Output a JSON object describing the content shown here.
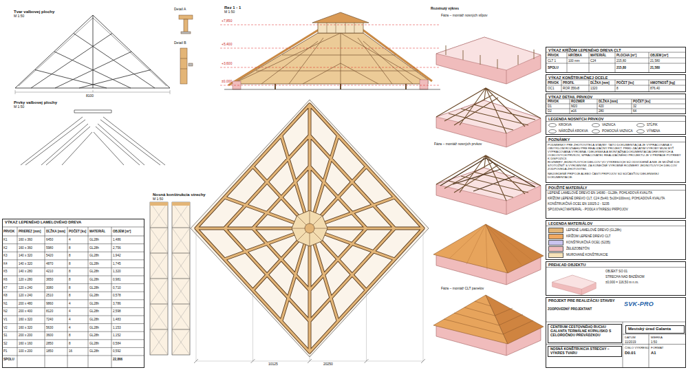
{
  "diagram": {
    "nodes": [
      {
        "text": [
          "VÝKAZ LEPENÉHO LAMELOVÉHO DREVA"
        ]
      },
      {
        "text": [
          "VÝKAZ KRÍŽOM LEPENÉHO DREVA CLT"
        ]
      },
      {
        "text": [
          "VÝKAZ KONŠTRUKČNEJ OCELE"
        ]
      },
      {
        "text": [
          "VÝKAZ DETAIL PRVKOV"
        ]
      },
      {
        "text": [
          "LEGENDA NOSNÝCH PRVKOV"
        ]
      },
      {
        "text": [
          "POZNÁMKY"
        ]
      },
      {
        "text": [
          "POUŽITÉ MATERIÁLY"
        ]
      },
      {
        "text": [
          "LEGENDA MATERIÁLOV"
        ]
      },
      {
        "text": [
          "PREHĽAD OBJEKTU"
        ]
      },
      {
        "text": [
          "PROJEKT PRE REALIZÁCIU STAVBY"
        ]
      },
      {
        "text": [
          "SVK-PRO"
        ],
        "in": 9
      },
      {
        "text": [
          "CENTRUM CESTOVNÉHO RUCHU GALANTA TERMÁLNE KÚPALISKO S CELOROČNOU PREVÁDZKOU"
        ],
        "in": 9
      },
      {
        "text": [
          "Mestský úrad Galanta"
        ],
        "in": 9
      },
      {
        "text": [
          "NOSNÁ KONŠTRUKCIA STRECHY – VÝKRES TVARU"
        ],
        "in": 9
      }
    ],
    "labels": [
      "Tvar valbovej plochy",
      "M 1:50",
      "8100",
      "Prvky valbovej plochy",
      "M 1:50",
      "Detail A",
      "Detail B",
      "Rez 1 - 1",
      "M 1:50",
      "+7,850",
      "+5,400",
      "+3,600",
      "±0,000",
      "Nosná konštrukcia strechy",
      "M 1:50",
      "20250",
      "10125",
      "Rozvinutý výkres",
      "Fáza – montáž nosných stĺpov",
      "Fáza – montáž nosných prvkov",
      "Fáza – montáž CLT panelov",
      "PRVOK",
      "PRIEREZ [mm]",
      "DĹŽKA [mm]",
      "POČET [ks]",
      "MATERIÁL",
      "OBJEM [m³]",
      "K1",
      "160 x 360",
      "6450",
      "4",
      "GL28h",
      "1,486",
      "K2",
      "160 x 360",
      "5980",
      "8",
      "GL28h",
      "2,756",
      "K3",
      "140 x 320",
      "5420",
      "8",
      "GL28h",
      "1,942",
      "K4",
      "140 x 320",
      "4870",
      "8",
      "GL28h",
      "1,745",
      "K5",
      "140 x 280",
      "4210",
      "8",
      "GL28h",
      "1,320",
      "K6",
      "120 x 280",
      "3650",
      "8",
      "GL28h",
      "0,981",
      "K7",
      "120 x 240",
      "3080",
      "8",
      "GL28h",
      "0,710",
      "K8",
      "120 x 240",
      "2510",
      "8",
      "GL28h",
      "0,578",
      "N1",
      "200 x 480",
      "9860",
      "4",
      "GL28h",
      "3,786",
      "N2",
      "200 x 400",
      "8120",
      "4",
      "GL28h",
      "2,598",
      "V1",
      "160 x 320",
      "7240",
      "4",
      "GL28h",
      "1,483",
      "V2",
      "160 x 320",
      "5630",
      "4",
      "GL28h",
      "1,153",
      "S1",
      "200 x 200",
      "3600",
      "8",
      "GL28h",
      "1,152",
      "S2",
      "160 x 160",
      "2850",
      "8",
      "GL28h",
      "0,584",
      "P1",
      "100 x 200",
      "1850",
      "16",
      "GL28h",
      "0,592",
      "SPOLU",
      "22,866",
      "PRVOK",
      "HRÚBKA",
      "MATERIÁL",
      "PLOCHA [m²]",
      "OBJEM [m³]",
      "CLT 1",
      "100 mm",
      "C24",
      "215,80",
      "21,580",
      "SPOLU",
      "215,80",
      "21,580",
      "PRVOK",
      "PROFIL",
      "DĹŽKA [mm]",
      "POČET [ks]",
      "HMOTNOSŤ [kg]",
      "OC1",
      "ROR 356x8",
      "1320",
      "8",
      "876,40",
      "PRVOK",
      "ROZMER",
      "DĹŽKA [mm]",
      "POČET [ks]",
      "D1",
      "M20",
      "420",
      "32",
      "D2",
      "ø16",
      "280",
      "64",
      "PODMIENKY PRE ZHOTOVITEĽA STAVBY: TÁTO DOKUMENTÁCIA JE VYPRACOVANÁ V OBVYKLOM ROZSAHU PRE REALIZAČNÝ PROJEKT. PRED ZAČATÍM VÝROBY MUSÍ BYŤ VYPRACOVANÁ VÝROBNÁ / DIELENSKÁ A MONTÁŽNA DOKUMENTÁCIA DREVENÝCH A OCEĽOVÝCH PRVKOV, SPRACOVATEĽ REALIZAČNÉHO PROJEKTU JE V PRÍPADE POTREBY K DISPOZÍCII.",
      "ROZMERY JEDNOTLIVÝCH DIELCOV VO VÝKRESOCH SÚ ODVODENÉ A NIE JE MOŽNÉ ICH STOTOŽNIŤ S VÝROBNÝMI. ZA KONEČNÉ VÝROBNÉ ROZMERY JEDNOTLIVÝCH DIELCOV ZODPOVEDÁ ZHOTOVITEĽ.",
      "NEUVEDENÉ PRÍPOJE ALEBO ČASTI PRÍPOJOV SÚ SÚČASŤOU DIELENSKEJ DOKUMENTÁCIE.",
      "LEPENÉ LAMELOVÉ DREVO EN 14080 - GL28h, POHĽADOVÁ KVALITA",
      "KRÍŽOM LEPENÉ DREVO CLT, C24 (5x40; 5x20=100mm), POHĽADOVÁ KVALITA",
      "KONŠTRUKČNÁ OCEĽ EN 10025-2 - S235",
      "SPOJOVACÍ MATERIÁL - PODĽA VÝKRESU PRÍPOJOV",
      "OBJEKT SO 01",
      "STRECHA NAD BAZÉNOM",
      "±0,000 = 116,50 m n.m.",
      "ZODPOVEDNÝ PROJEKTANT",
      "DÁTUM",
      "11/2019",
      "MIERKA",
      "1:50",
      "ČÍSLO VÝKRESU",
      "D0.01",
      "FORMÁT",
      "A1"
    ],
    "legend": [
      {
        "text": "KROKVA"
      },
      {
        "text": "VAZNICA"
      },
      {
        "text": "STĹPIK"
      },
      {
        "text": "NÁROŽNÁ KROKVA"
      },
      {
        "text": "POMOCNÁ VAZNICA"
      },
      {
        "text": "VÝMENA"
      },
      {
        "text": "LEPENÉ LAMELOVÉ DREVO (GL28h)",
        "color": "#e3b577"
      },
      {
        "text": "KRÍŽOM LEPENÉ DREVO CLT",
        "color": "#f0a860"
      },
      {
        "text": "KONŠTRUKČNÁ OCEĽ (S235)",
        "color": "#c9c4ee"
      },
      {
        "text": "ŽELEZOBETÓN",
        "color": "#f0bcbc"
      },
      {
        "text": "MUROVANÉ KONŠTRUKCIE",
        "color": "#f7e3b8"
      }
    ]
  }
}
